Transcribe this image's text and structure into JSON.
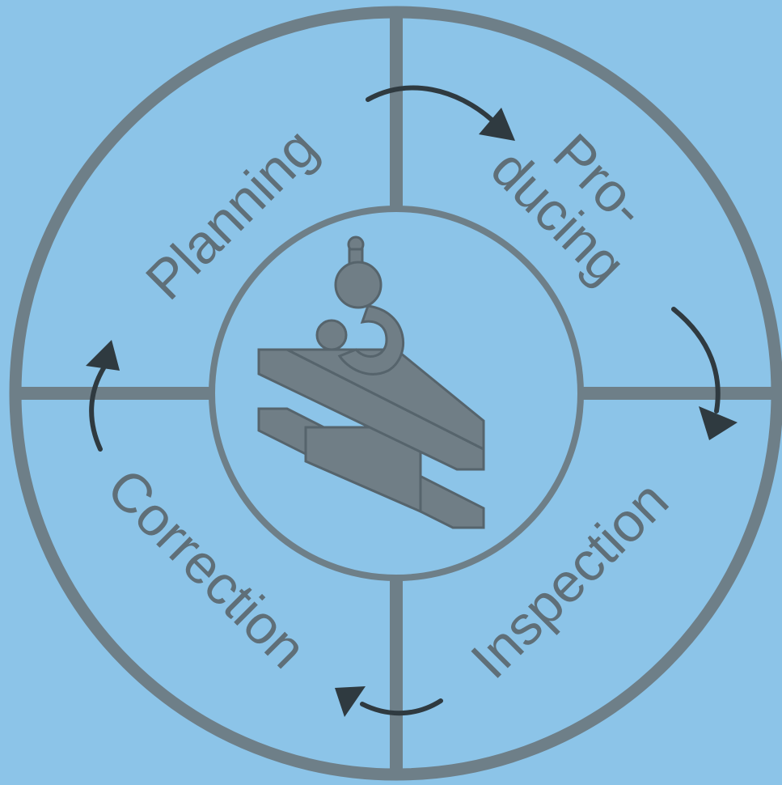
{
  "diagram": {
    "stages": [
      {
        "label": "Planning"
      },
      {
        "label_line1": "Pro-",
        "label_line2": "ducing"
      },
      {
        "label": "Inspection"
      },
      {
        "label": "Correction"
      }
    ],
    "center_icon": "crane-hook-steel-beam-icon",
    "colors": {
      "background": "#8cc4e8",
      "ring": "#6e7f88",
      "text": "#5f6f78",
      "arrows": "#2f3a40"
    }
  }
}
